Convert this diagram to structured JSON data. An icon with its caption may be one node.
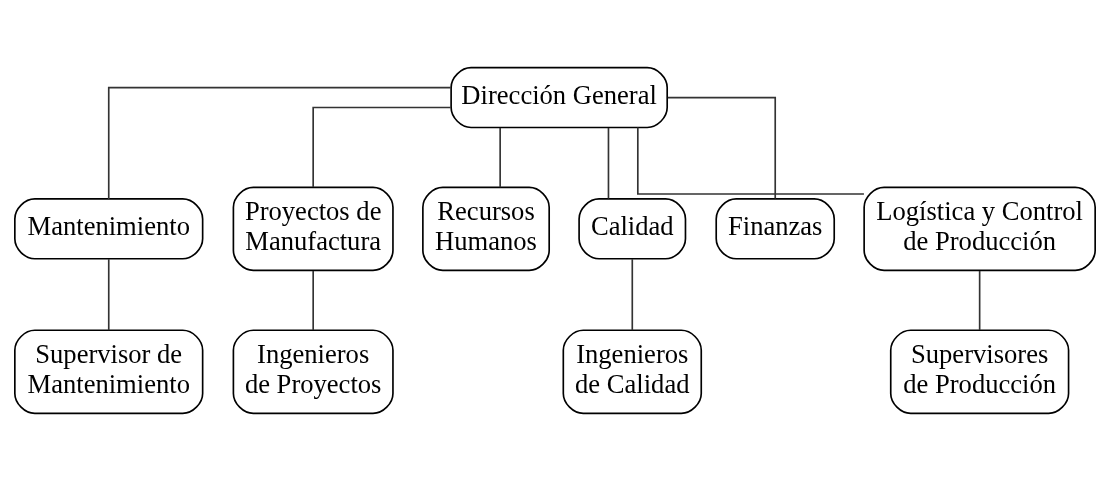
{
  "diagram": {
    "nodes": [
      {
        "text": [
          "Dirección General"
        ]
      },
      {
        "text": [
          "Mantenimiento"
        ]
      },
      {
        "text": [
          "Proyectos de Manufactura"
        ]
      },
      {
        "text": [
          "Recursos Humanos"
        ]
      },
      {
        "text": [
          "Calidad"
        ]
      },
      {
        "text": [
          "Finanzas"
        ]
      },
      {
        "text": [
          "Logística y Control de Producción"
        ]
      },
      {
        "text": [
          "Supervisor de Mantenimiento"
        ]
      },
      {
        "text": [
          "Ingenieros de Proyectos"
        ]
      },
      {
        "text": [
          "Ingenieros de Calidad"
        ]
      },
      {
        "text": [
          "Supervisores de Producción"
        ]
      }
    ],
    "edges": [
      {
        "from": 0,
        "to": 1,
        "arrow": "none"
      },
      {
        "from": 0,
        "to": 2,
        "arrow": "none"
      },
      {
        "from": 0,
        "to": 3,
        "arrow": "none"
      },
      {
        "from": 0,
        "to": 4,
        "arrow": "none"
      },
      {
        "from": 0,
        "to": 5,
        "arrow": "none"
      },
      {
        "from": 0,
        "to": 6,
        "arrow": "none"
      },
      {
        "from": 1,
        "to": 7,
        "arrow": "none"
      },
      {
        "from": 2,
        "to": 8,
        "arrow": "none"
      },
      {
        "from": 4,
        "to": 9,
        "arrow": "none"
      },
      {
        "from": 6,
        "to": 10,
        "arrow": "none"
      }
    ]
  }
}
